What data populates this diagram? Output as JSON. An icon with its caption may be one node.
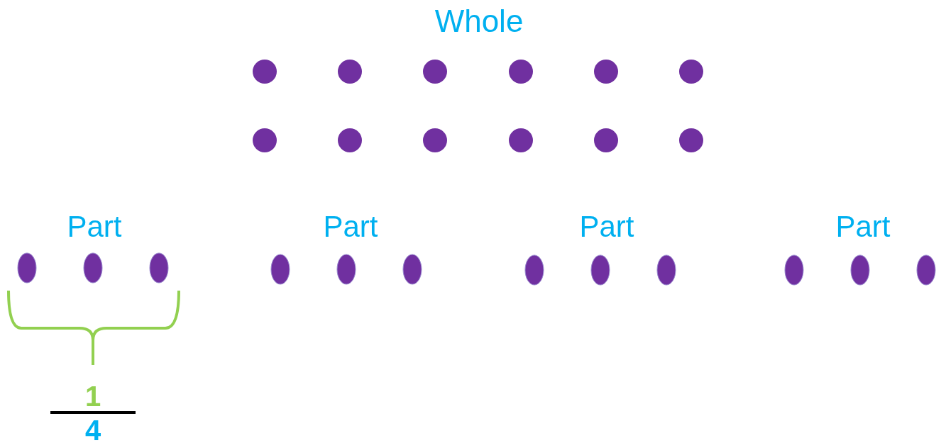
{
  "diagram": {
    "labels": [
      "Whole",
      "Part",
      "Part",
      "Part",
      "Part",
      "1",
      "4"
    ]
  }
}
